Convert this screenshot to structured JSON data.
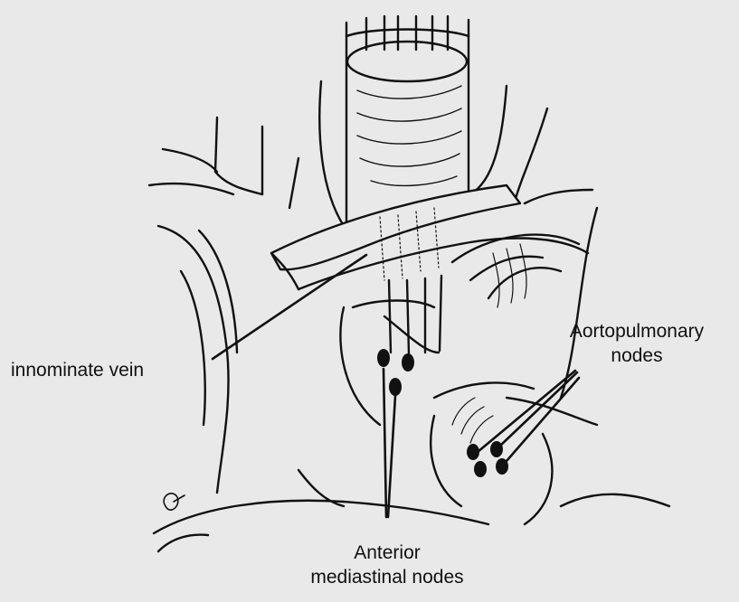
{
  "labels": {
    "innominate_vein": "innominate vein",
    "aortopulmonary_line1": "Aortopulmonary",
    "aortopulmonary_line2": "nodes",
    "anterior_line1": "Anterior",
    "anterior_line2": "mediastinal nodes"
  },
  "colors": {
    "background": "#e9e9e9",
    "ink": "#111111"
  }
}
